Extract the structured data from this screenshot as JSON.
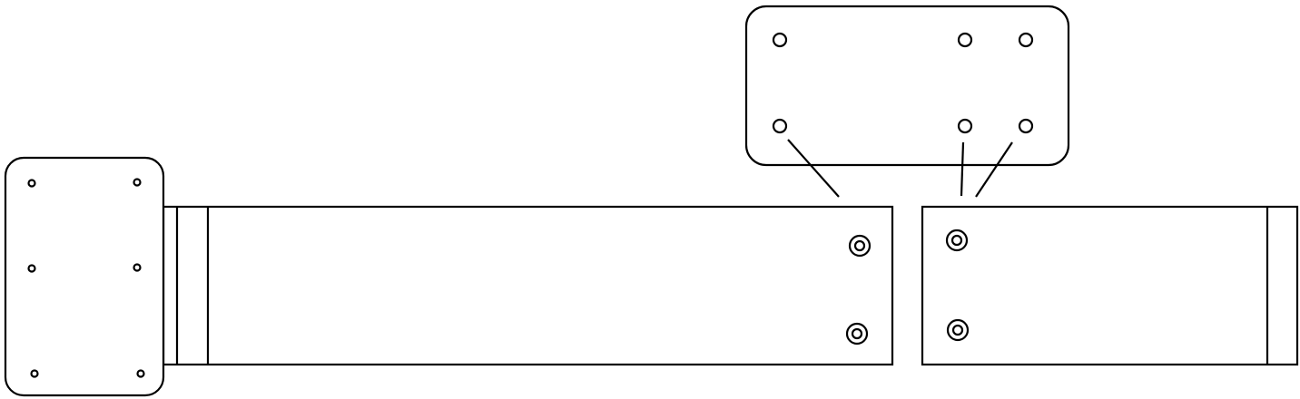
{
  "diagram": {
    "colors": {
      "stroke": "#000000",
      "background": "#ffffff"
    },
    "parts": [
      "left-mount-plate",
      "left-rail",
      "right-rail",
      "detail-plate-callout"
    ]
  }
}
